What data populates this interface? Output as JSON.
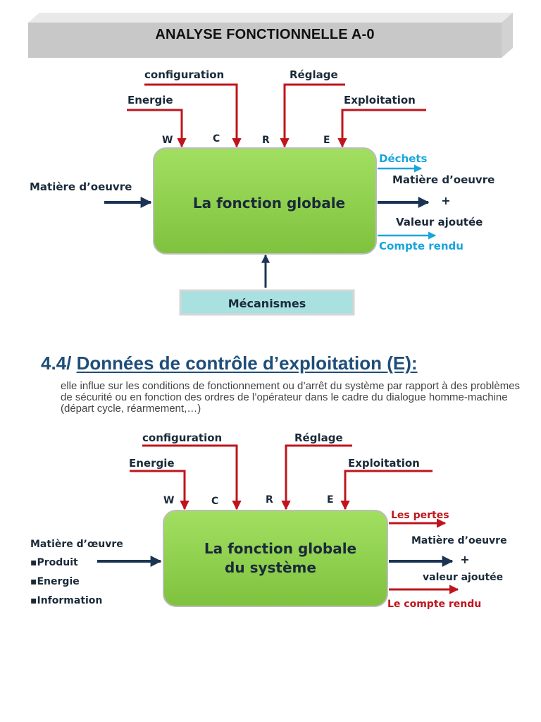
{
  "banner": {
    "title": "ANALYSE FONCTIONNELLE A-0"
  },
  "colors": {
    "function_box": "#8fd44e",
    "control_arrow": "#c0141c",
    "flow_arrow": "#1c3454",
    "byproduct_blue": "#19a5dc",
    "label_text": "#1a2a3a",
    "mechanism_box": "#a9e0e0",
    "heading_blue": "#1f4e79"
  },
  "diagram1": {
    "function_label": "La fonction globale",
    "controls": {
      "configuration": "configuration",
      "reglage": "Réglage",
      "energie": "Energie",
      "exploitation": "Exploitation"
    },
    "letters": {
      "w": "W",
      "c": "C",
      "r": "R",
      "e": "E"
    },
    "input": "Matière d’oeuvre",
    "outputs": {
      "dechets": "Déchets",
      "matiere": "Matière d’oeuvre",
      "plus": "+",
      "valeur": "Valeur ajoutée",
      "compte_rendu": "Compte rendu"
    },
    "mechanism": "Mécanismes"
  },
  "section": {
    "number": "4.4/",
    "title": "Données de contrôle d’exploitation (E):",
    "description": "elle influe sur les conditions de fonctionnement ou d’arrêt du système par rapport à des problèmes de sécurité ou en fonction des ordres de l’opérateur dans le cadre du dialogue homme-machine (départ cycle, réarmement,…)"
  },
  "diagram2": {
    "function_label_line1": "La fonction globale",
    "function_label_line2": "du système",
    "controls": {
      "configuration": "configuration",
      "reglage": "Réglage",
      "energie": "Energie",
      "exploitation": "Exploitation"
    },
    "letters": {
      "w": "W",
      "c": "C",
      "r": "R",
      "e": "E"
    },
    "inputs": {
      "title": "Matière d’œuvre",
      "produit": "▪Produit",
      "energie": "▪Energie",
      "information": "▪Information"
    },
    "outputs": {
      "pertes": "Les pertes",
      "matiere": "Matière d’oeuvre",
      "plus": "+",
      "valeur": "valeur ajoutée",
      "compte_rendu": "Le compte rendu"
    }
  }
}
